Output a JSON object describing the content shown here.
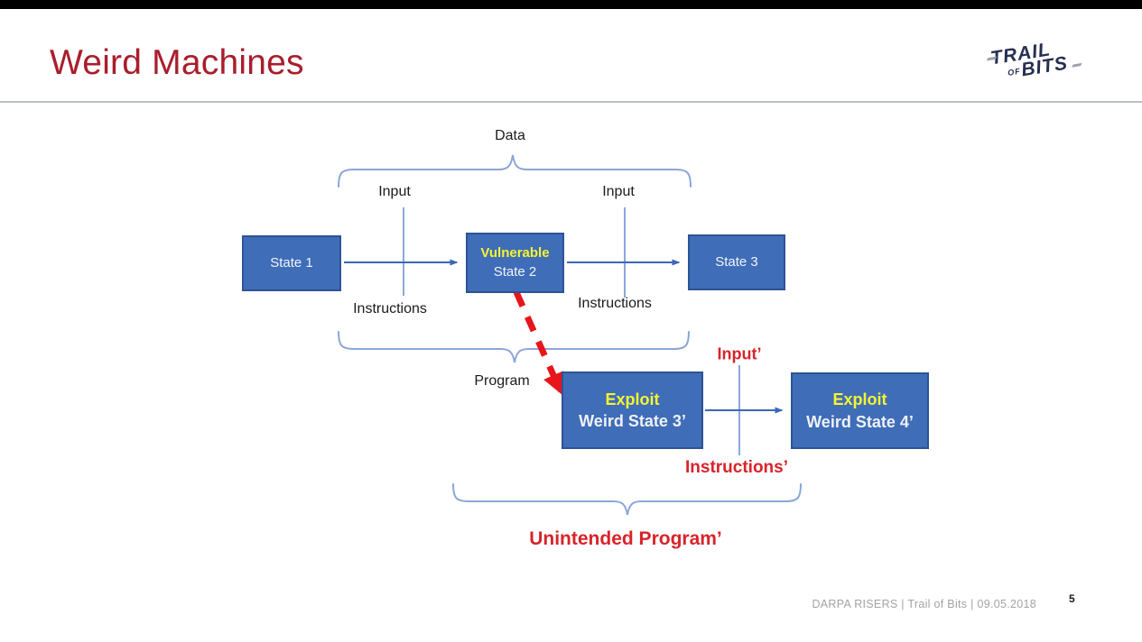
{
  "slide": {
    "title": "Weird Machines",
    "footer": "DARPA RISERS | Trail of Bits | 09.05.2018",
    "page_number": "5",
    "colors": {
      "title_red": "#A91E2C",
      "box_blue": "#3f6db8",
      "box_border": "#2e5395",
      "accent_yellow": "#f5f431",
      "label_red": "#d9232a",
      "arrow_blue": "#3b67b7",
      "brace_blue": "#8ca6d9",
      "topbar_black": "#000000"
    }
  },
  "logo": {
    "line1": "TRAIL",
    "of": "OF",
    "line2": "BITS"
  },
  "diagram": {
    "labels": {
      "data": "Data",
      "input_left": "Input",
      "input_right": "Input",
      "instructions_left": "Instructions",
      "instructions_right": "Instructions",
      "program": "Program",
      "input_prime": "Input’",
      "instructions_prime": "Instructions’",
      "unintended_program": "Unintended Program’"
    },
    "boxes": {
      "state1": {
        "label": "State 1"
      },
      "state2": {
        "line1": "Vulnerable",
        "line2": "State 2"
      },
      "state3": {
        "label": "State 3"
      },
      "weird3": {
        "line1": "Exploit",
        "line2": "Weird State 3’"
      },
      "weird4": {
        "line1": "Exploit",
        "line2": "Weird State 4’"
      }
    }
  }
}
